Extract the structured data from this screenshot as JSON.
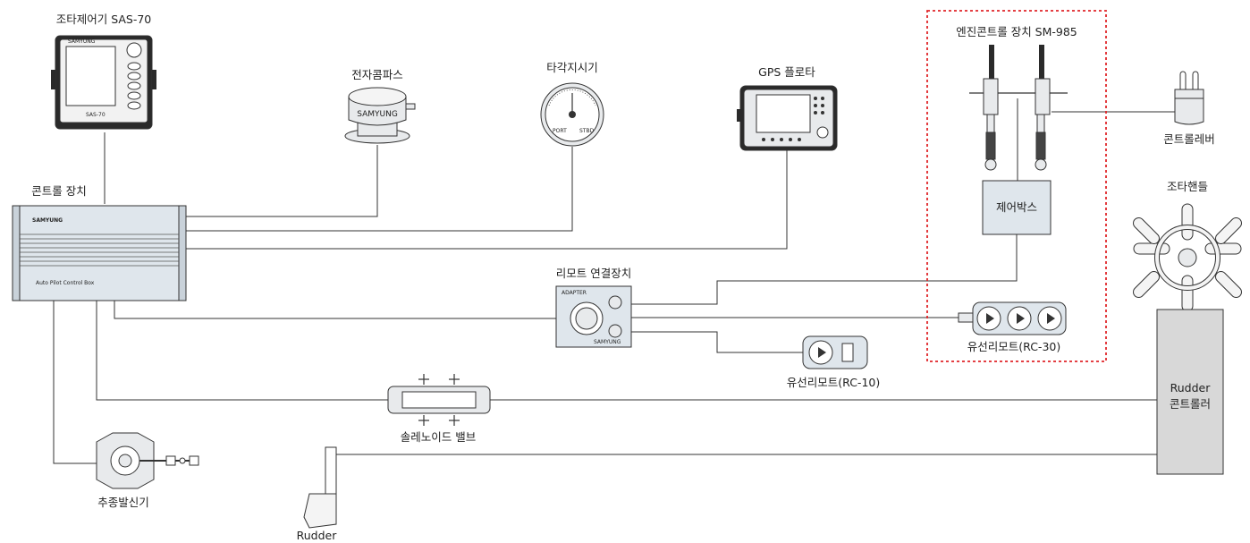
{
  "labels": {
    "steering_controller": "조타제어기 SAS-70",
    "compass": "전자콤파스",
    "rudder_indicator": "타각지시기",
    "gps_plotter": "GPS 플로타",
    "engine_control": "엔진콘트롤 장치 SM-985",
    "control_lever": "콘트롤레버",
    "control_unit": "콘트롤 장치",
    "control_box": "제어박스",
    "helm": "조타핸들",
    "remote_adapter": "리모트 연결장치",
    "remote_rc30": "유선리모트(RC-30)",
    "remote_rc10": "유선리모트(RC-10)",
    "solenoid": "솔레노이드 밸브",
    "rudder_ctrl_line1": "Rudder",
    "rudder_ctrl_line2": "콘트롤러",
    "feedback": "추종발신기",
    "rudder": "Rudder"
  },
  "device_text": {
    "compass_brand": "SAMYUNG",
    "unit_brand": "SAMYUNG",
    "unit_name": "Auto Pilot Control Box",
    "adapter_label": "ADAPTER",
    "adapter_brand": "SAMYUNG",
    "indicator_port": "PORT",
    "indicator_stbd": "STBD",
    "controller_brand": "SAMYUNG",
    "controller_model": "SAS-70"
  },
  "colors": {
    "line": "#333333",
    "dashed_box": "#e0262a",
    "box_fill": "#dfe6ec",
    "rudder_controller_fill": "#d8d8d8",
    "device_fill": "#e8eaec"
  }
}
